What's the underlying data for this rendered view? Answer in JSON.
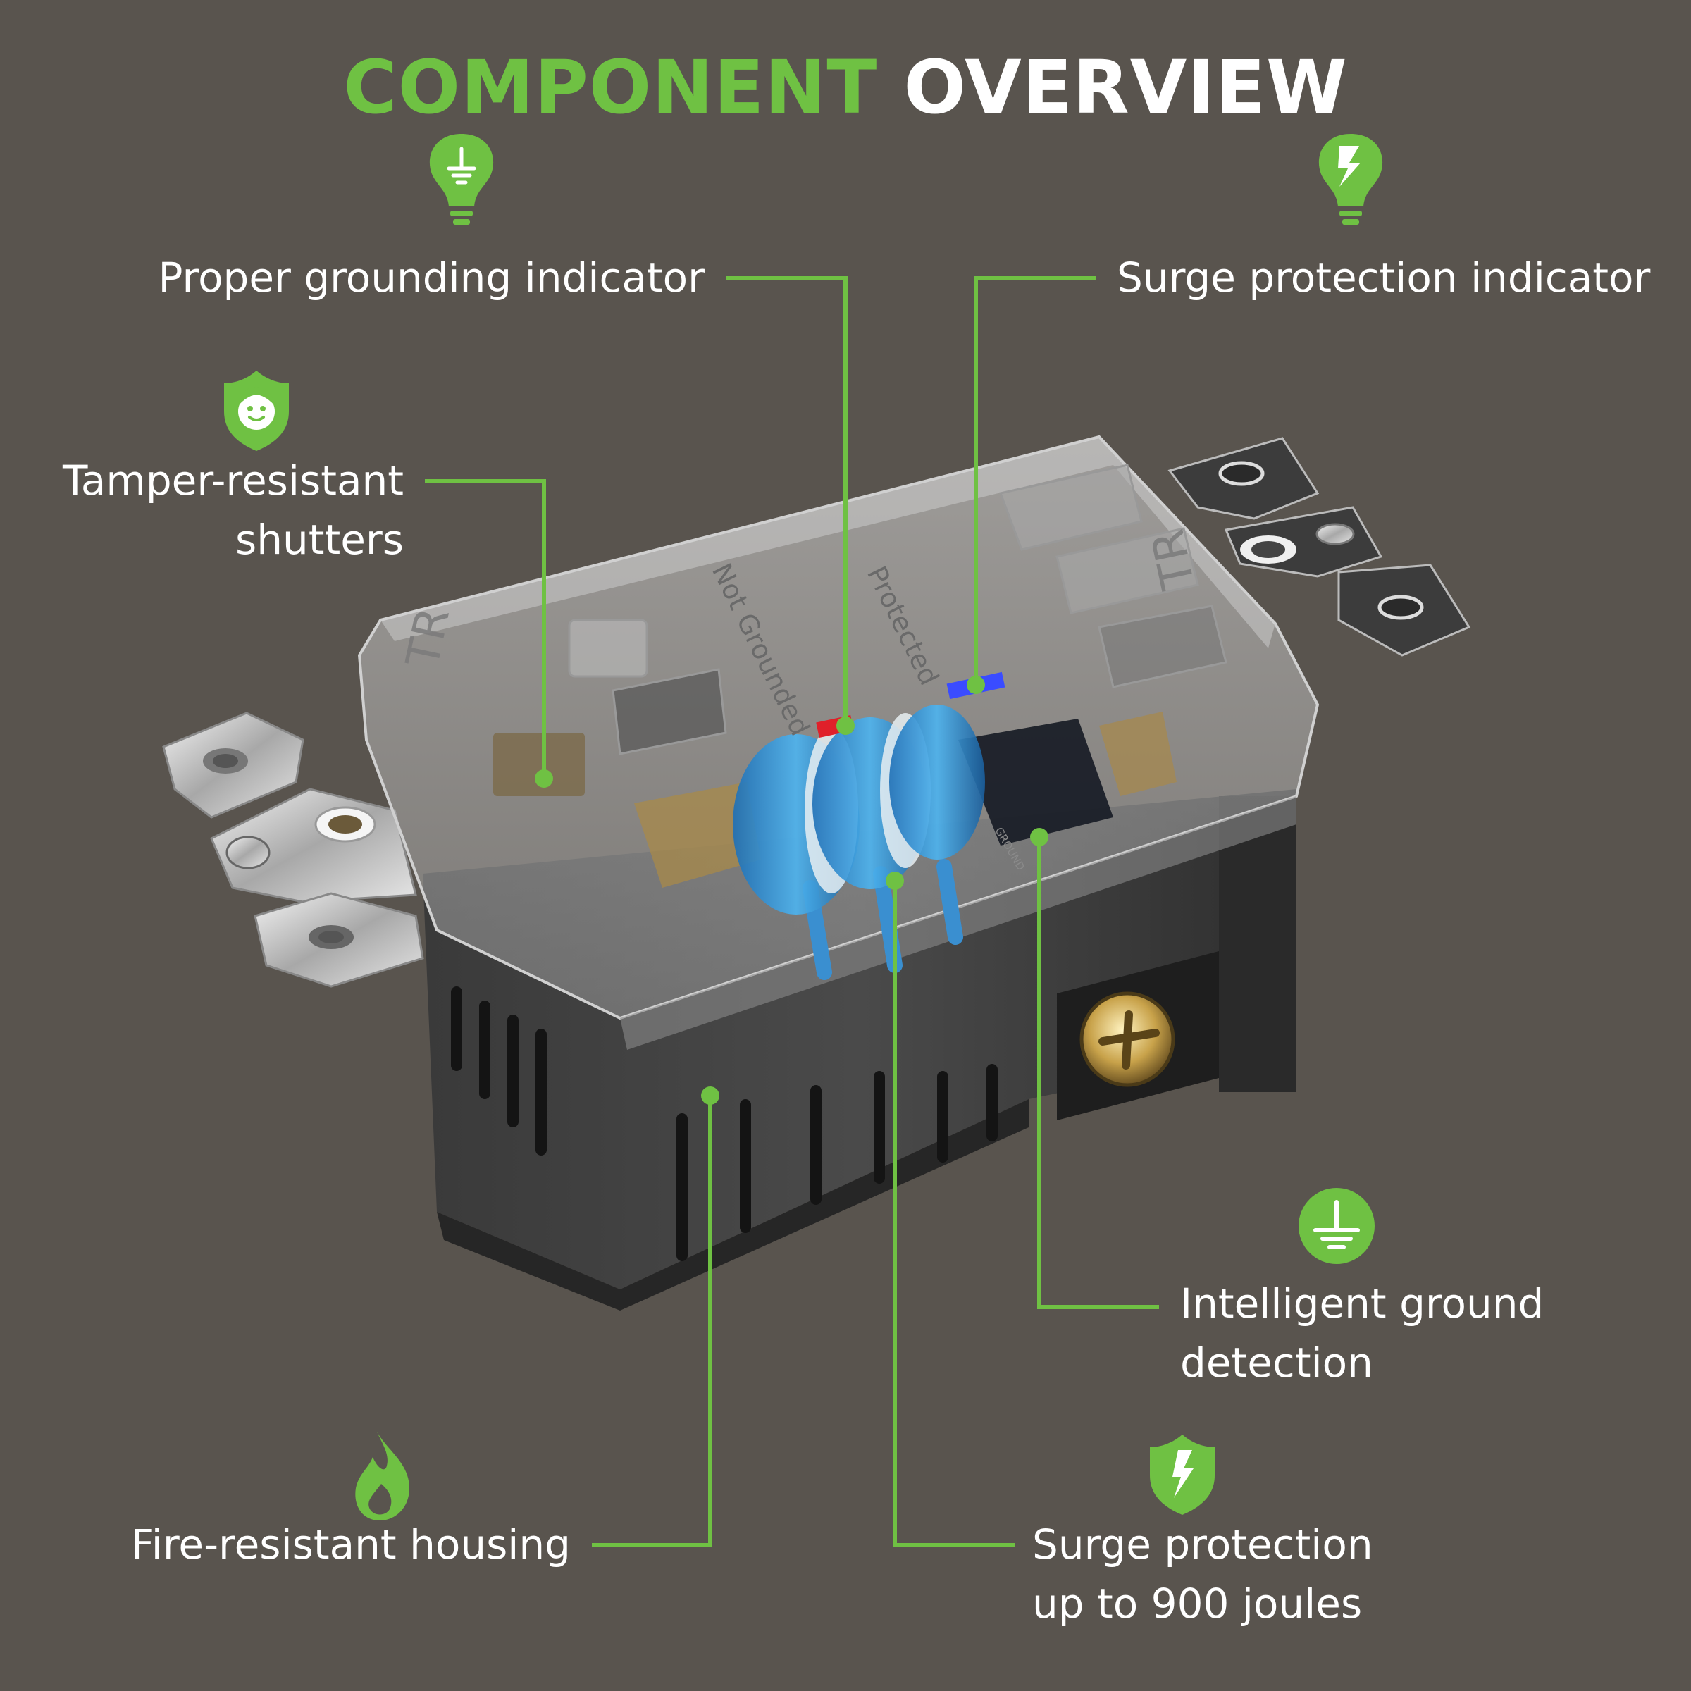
{
  "title": {
    "part1": "COMPONENT",
    "part2": "OVERVIEW"
  },
  "colors": {
    "background": "#59544e",
    "accent_green": "#6fc143",
    "text": "#ffffff",
    "ground_led": "#e0202a",
    "surge_led": "#3a4cff",
    "mov_blue": "#2a8ed8"
  },
  "device": {
    "faceplate_text_left": "TR",
    "faceplate_text_right": "TR",
    "status_not_grounded": "Not Grounded",
    "status_protected": "Protected",
    "pcb_ground_label": "GROUND"
  },
  "callouts": {
    "grounding_indicator": {
      "label": "Proper grounding indicator",
      "icon": "bulb-ground-icon"
    },
    "surge_indicator": {
      "label": "Surge protection indicator",
      "icon": "bulb-bolt-icon"
    },
    "tamper_shutters": {
      "line1": "Tamper-resistant",
      "line2": "shutters",
      "icon": "shield-child-icon"
    },
    "ground_detection": {
      "line1": "Intelligent ground",
      "line2": "detection",
      "icon": "ground-circle-icon"
    },
    "fire_housing": {
      "label": "Fire-resistant housing",
      "icon": "flame-icon"
    },
    "surge_protection": {
      "line1": "Surge protection",
      "line2": "up to 900 joules",
      "icon": "shield-bolt-icon"
    }
  }
}
